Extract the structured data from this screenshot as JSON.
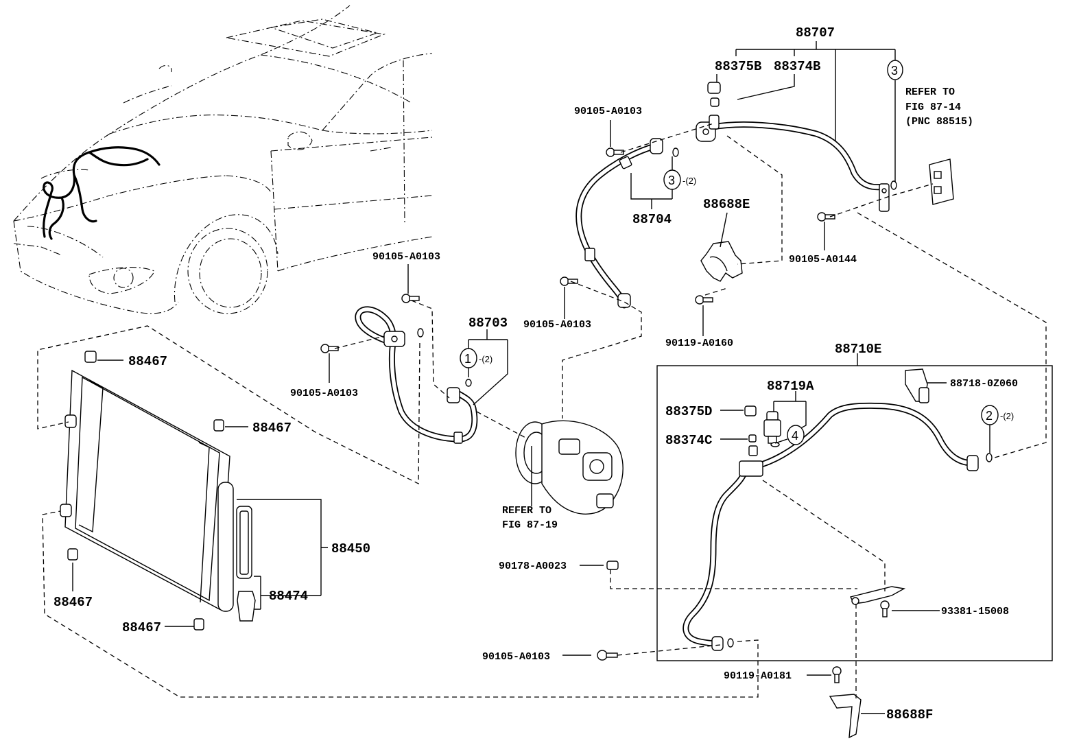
{
  "parts": {
    "p88707": "88707",
    "p88375B": "88375B",
    "p88374B": "88374B",
    "p90105_a0103_top": "90105-A0103",
    "refer_8714_l1": "REFER TO",
    "refer_8714_l2": "FIG 87-14",
    "refer_8714_l3": "(PNC 88515)",
    "p88704": "88704",
    "p88688E": "88688E",
    "p90105_a0144": "90105-A0144",
    "p90105_a0103_mid": "90105-A0103",
    "p88703": "88703",
    "p90105_a0103_right": "90105-A0103",
    "p90119_a0160": "90119-A0160",
    "p88710E": "88710E",
    "p88467_a": "88467",
    "p90105_a0103_left": "90105-A0103",
    "p88719A": "88719A",
    "p88718_0z060": "88718-0Z060",
    "p88375D": "88375D",
    "p88467_b": "88467",
    "p88374C": "88374C",
    "refer_8719_l1": "REFER TO",
    "refer_8719_l2": "FIG 87-19",
    "p88450": "88450",
    "p90178_a0023": "90178-A0023",
    "p88467_c": "88467",
    "p88474": "88474",
    "p93381_15008": "93381-15008",
    "p88467_d": "88467",
    "p90105_a0103_bot": "90105-A0103",
    "p90119_a0181": "90119-A0181",
    "p88688F": "88688F"
  },
  "callouts": {
    "c3_top": "3",
    "c3_mid": "3",
    "c3_mid_qty": "-(2)",
    "c1": "1",
    "c1_qty": "-(2)",
    "c2": "2",
    "c2_qty": "-(2)",
    "c4": "4"
  }
}
